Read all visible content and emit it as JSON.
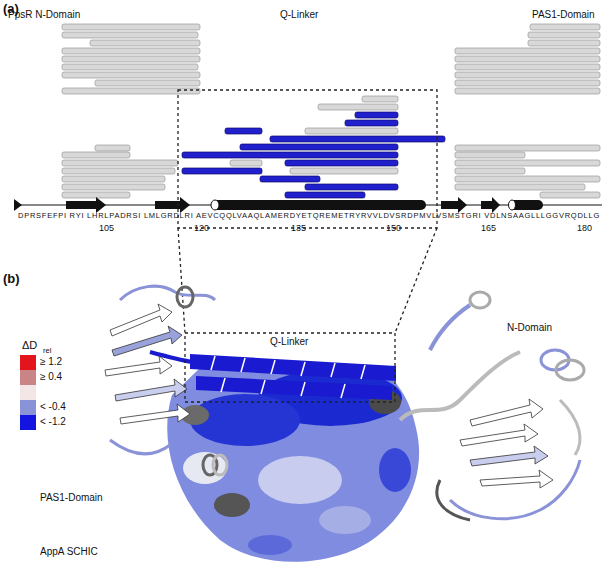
{
  "diagram": {
    "labels": [
      "(a)",
      "PpsR N-Domain",
      "Q-Linker",
      "PAS1-Domain",
      "DPRSFEFPI RYI LHRLPADRSI LMLGRDLRI AEVCQQLVAAQLAMERDYETQREMETRYRVVLDVSRDPMVLVSMSTGRI VDLNSAAGLLLGGVRQDLLG",
      "105",
      "120",
      "135",
      "150",
      "165",
      "180",
      "(b)",
      "ΔD",
      "rel",
      "Q-Linker",
      "N-Domain",
      "PAS1-Domain",
      "AppA SCHIC"
    ],
    "legend": [
      {
        "text": "≥ 1.2",
        "color": "#e3141c"
      },
      {
        "text": "≥ 0.4",
        "color": "#c98585"
      },
      {
        "text": "< -0.4",
        "color": "#8a93d8"
      },
      {
        "text": "< -1.2",
        "color": "#1414e0"
      }
    ]
  }
}
